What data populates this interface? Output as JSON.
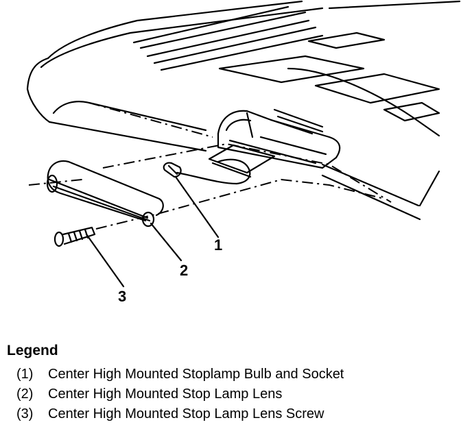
{
  "callouts": {
    "c1": "1",
    "c2": "2",
    "c3": "3"
  },
  "legend": {
    "title": "Legend",
    "items": [
      {
        "num": "(1)",
        "text": "Center High Mounted Stoplamp Bulb and Socket"
      },
      {
        "num": "(2)",
        "text": "Center High Mounted Stop Lamp Lens"
      },
      {
        "num": "(3)",
        "text": "Center High Mounted Stop Lamp Lens Screw"
      }
    ]
  }
}
